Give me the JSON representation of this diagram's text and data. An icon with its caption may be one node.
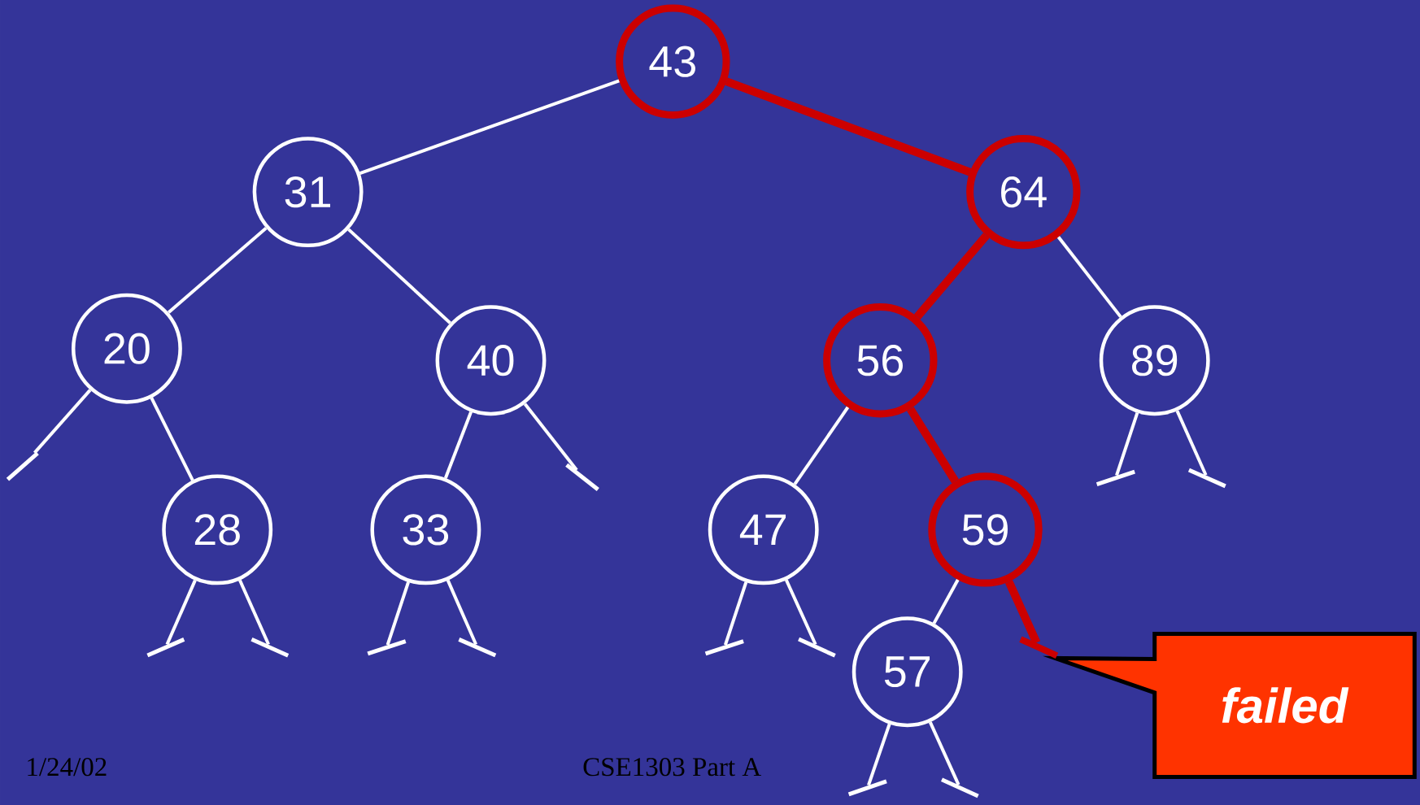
{
  "diagram": {
    "nodes": [
      {
        "text": [
          "43"
        ]
      },
      {
        "text": [
          "31"
        ]
      },
      {
        "text": [
          "64"
        ]
      },
      {
        "text": [
          "20"
        ]
      },
      {
        "text": [
          "40"
        ]
      },
      {
        "text": [
          "56"
        ]
      },
      {
        "text": [
          "89"
        ]
      },
      {
        "text": [
          "28"
        ]
      },
      {
        "text": [
          "33"
        ]
      },
      {
        "text": [
          "47"
        ]
      },
      {
        "text": [
          "59"
        ]
      },
      {
        "text": [
          "57"
        ]
      },
      {
        "text": [
          "failed"
        ]
      },
      {
        "text": [],
        "shape": "bar"
      },
      {
        "text": [],
        "shape": "bar"
      },
      {
        "text": [],
        "shape": "bar"
      },
      {
        "text": [],
        "shape": "bar"
      },
      {
        "text": [],
        "shape": "bar"
      },
      {
        "text": [],
        "shape": "bar"
      },
      {
        "text": [],
        "shape": "bar"
      },
      {
        "text": [],
        "shape": "bar"
      },
      {
        "text": [],
        "shape": "bar"
      },
      {
        "text": [],
        "shape": "bar"
      },
      {
        "text": [],
        "shape": "bar"
      },
      {
        "text": [],
        "shape": "bar"
      },
      {
        "text": [],
        "shape": "bar"
      }
    ],
    "edges": [
      {
        "from": 0,
        "to": 1,
        "arrow": "none"
      },
      {
        "from": 0,
        "to": 2,
        "arrow": "none",
        "style": "thick",
        "color": "#cc0000"
      },
      {
        "from": 1,
        "to": 3,
        "arrow": "none"
      },
      {
        "from": 1,
        "to": 4,
        "arrow": "none"
      },
      {
        "from": 2,
        "to": 5,
        "arrow": "none",
        "style": "thick",
        "color": "#cc0000"
      },
      {
        "from": 2,
        "to": 6,
        "arrow": "none"
      },
      {
        "from": 3,
        "to": 13,
        "arrow": "none"
      },
      {
        "from": 3,
        "to": 7,
        "arrow": "none"
      },
      {
        "from": 4,
        "to": 8,
        "arrow": "none"
      },
      {
        "from": 4,
        "to": 18,
        "arrow": "none"
      },
      {
        "from": 5,
        "to": 9,
        "arrow": "none"
      },
      {
        "from": 5,
        "to": 10,
        "arrow": "none",
        "style": "thick",
        "color": "#cc0000"
      },
      {
        "from": 6,
        "to": 24,
        "arrow": "none"
      },
      {
        "from": 6,
        "to": 25,
        "arrow": "none"
      },
      {
        "from": 7,
        "to": 14,
        "arrow": "none"
      },
      {
        "from": 7,
        "to": 15,
        "arrow": "none"
      },
      {
        "from": 8,
        "to": 16,
        "arrow": "none"
      },
      {
        "from": 8,
        "to": 17,
        "arrow": "none"
      },
      {
        "from": 9,
        "to": 19,
        "arrow": "none"
      },
      {
        "from": 9,
        "to": 20,
        "arrow": "none"
      },
      {
        "from": 10,
        "to": 11,
        "arrow": "none"
      },
      {
        "from": 10,
        "to": 23,
        "arrow": "none",
        "style": "thick",
        "color": "#cc0000"
      },
      {
        "from": 11,
        "to": 21,
        "arrow": "none"
      },
      {
        "from": 11,
        "to": 22,
        "arrow": "none"
      }
    ],
    "labels": [
      "1/24/02",
      "CSE1303 Part A"
    ]
  }
}
